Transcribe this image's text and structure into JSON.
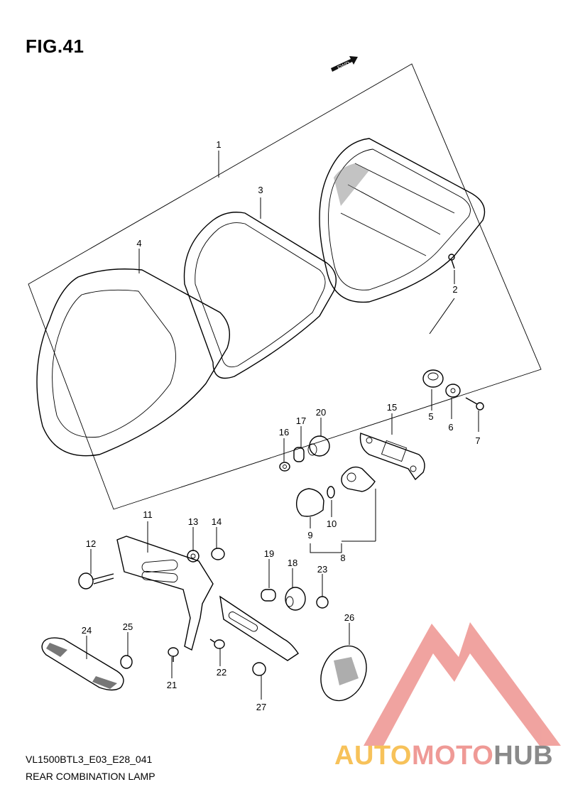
{
  "figure": {
    "title": "FIG.41",
    "fwd_label": "FWD",
    "model_code": "VL1500BTL3_E03_E28_041",
    "caption": "REAR COMBINATION LAMP"
  },
  "callouts": [
    "1",
    "2",
    "3",
    "4",
    "5",
    "6",
    "7",
    "8",
    "9",
    "10",
    "11",
    "12",
    "13",
    "14",
    "15",
    "16",
    "17",
    "18",
    "19",
    "20",
    "21",
    "22",
    "23",
    "24",
    "25",
    "26",
    "27"
  ],
  "watermark": {
    "text_auto": "AUTO",
    "text_moto": "MOTO",
    "text_hub": "HUB",
    "colors": {
      "auto": "#f7c25a",
      "moto": "#ef9a96",
      "hub": "#8a8a8a",
      "logo": "#ef9a96"
    }
  }
}
